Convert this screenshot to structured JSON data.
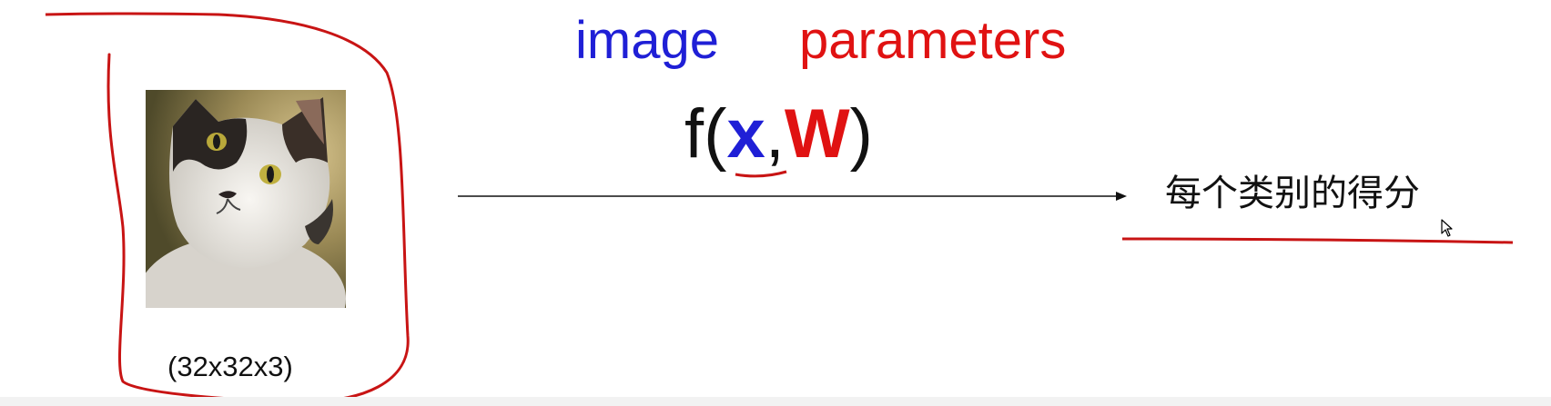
{
  "labels": {
    "image": "image",
    "parameters": "parameters"
  },
  "formula": {
    "prefix": "f(",
    "x": "x",
    "comma": ",",
    "w": "W",
    "suffix": ")"
  },
  "input": {
    "image_icon": "cat-photo",
    "size": "(32x32x3)"
  },
  "output": {
    "label": "每个类别的得分"
  },
  "colors": {
    "blue": "#1f1fd6",
    "red": "#e01212",
    "annotation_red": "#c81414"
  }
}
